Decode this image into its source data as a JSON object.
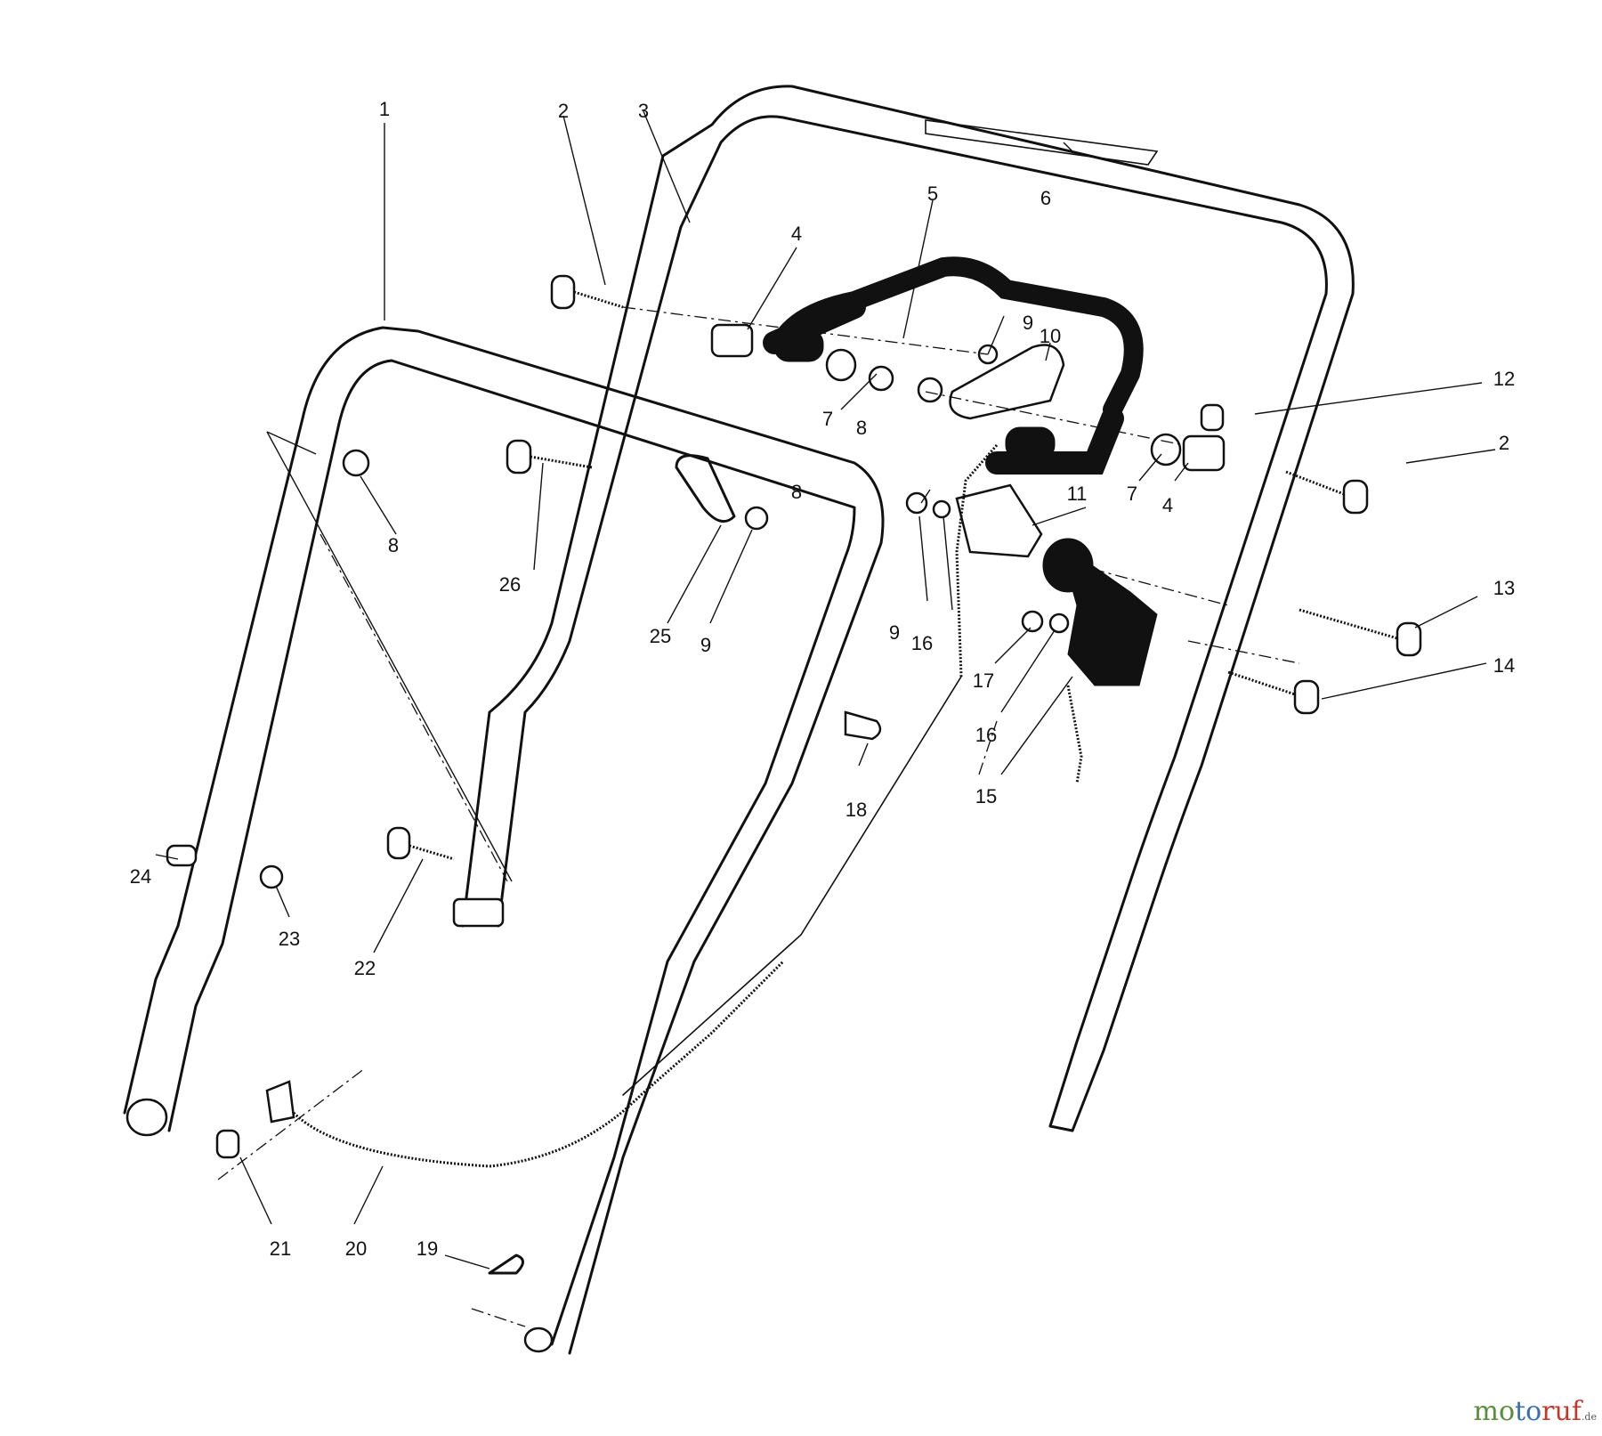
{
  "callouts": [
    "1",
    "2",
    "3",
    "4",
    "5",
    "6",
    "7",
    "8",
    "9",
    "10",
    "12",
    "2",
    "7",
    "4",
    "8",
    "26",
    "25",
    "9",
    "8",
    "11",
    "9",
    "16",
    "13",
    "17",
    "16",
    "14",
    "15",
    "18",
    "24",
    "23",
    "22",
    "21",
    "20",
    "19"
  ],
  "brand": {
    "name_part1": "mo",
    "name_part2": "to",
    "name_part3": "ruf",
    "tld": ".de"
  }
}
